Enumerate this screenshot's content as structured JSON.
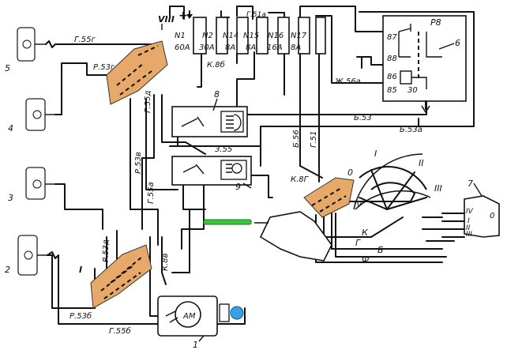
{
  "fuses": [
    {
      "id": "N1",
      "rating": "60A"
    },
    {
      "id": "N2",
      "rating": "30A"
    },
    {
      "id": "N14",
      "rating": "8A"
    },
    {
      "id": "N15",
      "rating": "8A"
    },
    {
      "id": "N16",
      "rating": "16A"
    },
    {
      "id": "N17",
      "rating": "8A"
    }
  ],
  "lamp_numbers": [
    "5",
    "4",
    "3",
    "2"
  ],
  "wire_labels": {
    "g55g": "Г.55г",
    "r53g": "Р.53г",
    "g55d": "Г.55д",
    "r53v": "Р.53в",
    "g55a": "Г.55а",
    "r53d": "Р.53д",
    "r53b": "Р.53б",
    "g55b": "Г.55б",
    "k8b_top": "К.8б",
    "k8v": "К.8в",
    "g51a": "Г.51а",
    "zh56a": "Ж.56а",
    "b53": "Б.53",
    "b53a": "Б.53а",
    "b56": "Б.56",
    "g51": "Г.51",
    "z55": "З.55",
    "k8g": "К.8Г"
  },
  "blocks": {
    "viii": "VIII",
    "i": "I"
  },
  "relay": {
    "name": "Р8",
    "pins": [
      "87",
      "88",
      "86",
      "85",
      "30"
    ],
    "number": "6"
  },
  "switches": {
    "upper_number": "8",
    "lower_number": "9"
  },
  "ignition": {
    "positions": [
      "0",
      "I",
      "II",
      "III",
      "IV"
    ],
    "contacts": [
      "К",
      "Г",
      "Б",
      "Ф"
    ],
    "number": "7",
    "connector_pins": [
      "IV",
      "0",
      "I",
      "II",
      "III"
    ]
  },
  "battery": {
    "label": "АМ",
    "number": "1"
  },
  "plus_sign": "+",
  "colors": {
    "connector_block": "#e7a96a",
    "key_blue": "#3aa0e0",
    "key_green": "#3cc43c"
  }
}
